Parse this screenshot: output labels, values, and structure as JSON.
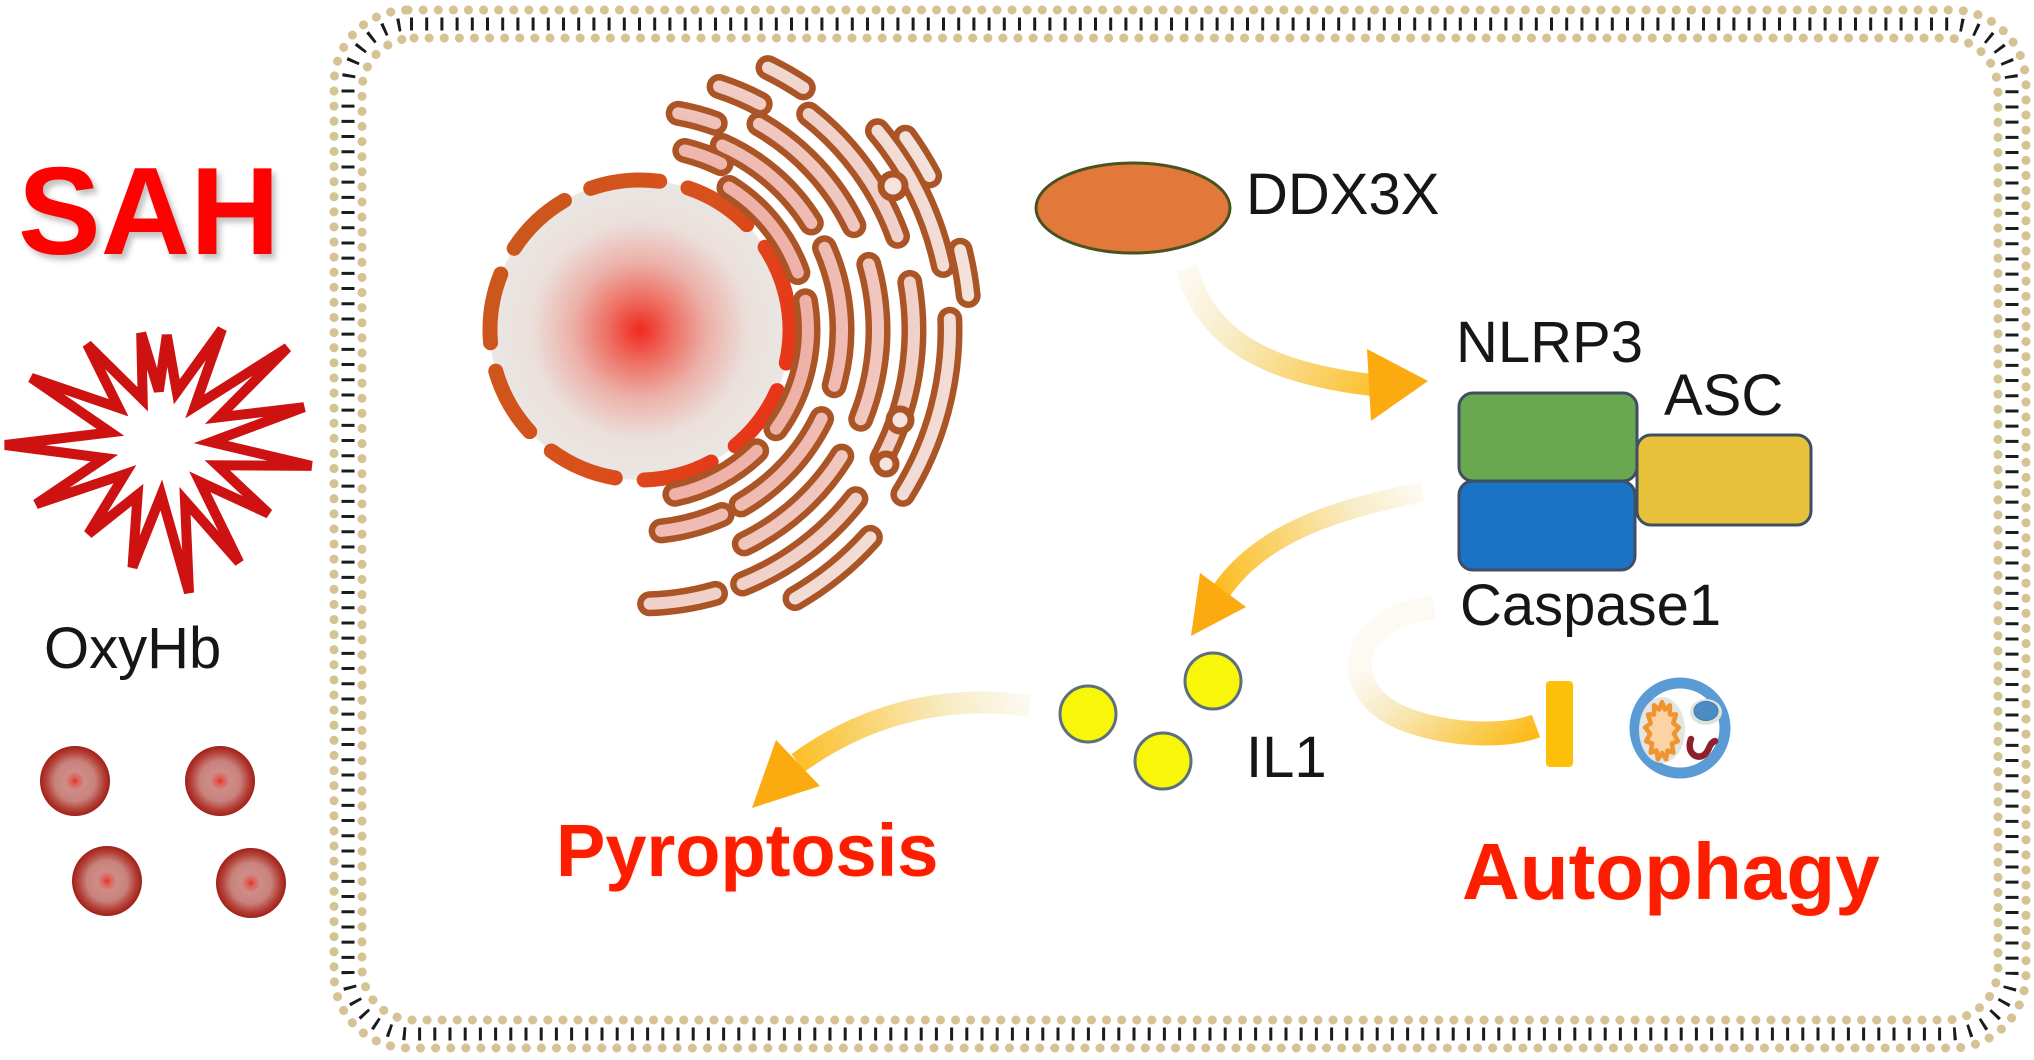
{
  "diagram_title": "SAH",
  "labels": {
    "sah": "SAH",
    "oxyhb": "OxyHb",
    "ddx3x": "DDX3X",
    "nlrp3": "NLRP3",
    "asc": "ASC",
    "caspase1": "Caspase1",
    "il1": "IL1",
    "pyroptosis": "Pyroptosis",
    "autophagy": "Autophagy"
  },
  "colors": {
    "sah_red": "#fe0202",
    "outcome_red": "#fd1e02",
    "burst_red": "#ce1211",
    "arrow_gold": "#fcba16",
    "arrow_head_gold": "#fbab10",
    "arrow_tail_white": "#fcfaf3",
    "tbar_gold": "#fcc008",
    "membrane_head_tan": "#d5c295",
    "membrane_tail_dark": "#1b1b1b",
    "nucleus_core_red": "#f0281e",
    "nucleus_ring_orange": "#c8591d",
    "nucleus_ring_red": "#ed2d18",
    "er_brown": "#ab5527",
    "er_pink": "#eeada4",
    "ddx3x_orange": "#e2793a",
    "ddx3x_border_olive": "#49531f",
    "nlrp3_green": "#6aa84f",
    "asc_yellow": "#e8c23b",
    "caspase1_blue": "#1a73c4",
    "box_border_slate": "#3f4e63",
    "il1_yellow": "#f8f70a",
    "il1_border_slate": "#5d6e80",
    "rbc_rim_red": "#a51f1f",
    "autophagosome_ring_blue": "#5b9bd5",
    "mito_peach": "#fcd3a2",
    "mito_orange": "#ef9430",
    "hook_dark_red": "#8e1f2c",
    "vesicle_blue": "#4c8cc2"
  },
  "icons": {
    "hemorrhage_burst": "starburst",
    "red_blood_cell": "gradient-circle",
    "cell_membrane": "lipid-bilayer-rounded-rect",
    "nucleus": "dashed-ring-gradient-circle",
    "endoplasmic_reticulum": "curved-tubule-stack",
    "activation_arrow": "curved-gradient-arrow",
    "inhibition_bar": "t-bar",
    "autophagosome": "ring-with-organelles",
    "il1_particles": "yellow-dots"
  }
}
